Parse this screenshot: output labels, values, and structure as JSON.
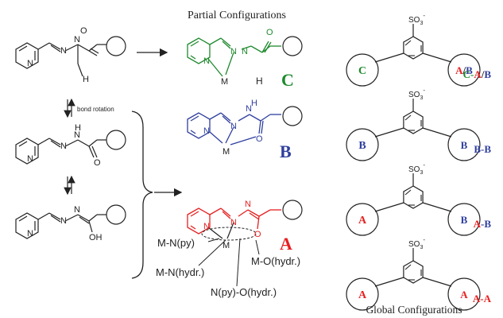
{
  "title_partial": "Partial Configurations",
  "title_global": "Global Configurations",
  "colors": {
    "black": "#222222",
    "green": "#1f8a2e",
    "blue": "#2f3f9e",
    "red": "#e62020"
  },
  "labels": {
    "bond_rotation": "bond rotation",
    "C": "C",
    "B": "B",
    "A": "A",
    "M": "M",
    "N": "N",
    "O": "O",
    "H": "H",
    "OH": "OH",
    "so3": "SO",
    "so3_sub": "3",
    "so3_sup": "-",
    "mn_py": "M-N(py)",
    "mn_hydr": "M-N(hydr.)",
    "npy_ohydr": "N(py)-O(hydr.)",
    "mo_hydr": "M-O(hydr.)"
  },
  "global_rows": [
    {
      "left": "C",
      "left_color": "green",
      "right": "A/B",
      "right_parts": [
        {
          "t": "A",
          "c": "red"
        },
        {
          "t": "/",
          "c": "black"
        },
        {
          "t": "B",
          "c": "blue"
        }
      ],
      "config_parts": [
        {
          "t": "C",
          "c": "green"
        },
        {
          "t": "-",
          "c": "green"
        },
        {
          "t": "A",
          "c": "red"
        },
        {
          "t": "/",
          "c": "black"
        },
        {
          "t": "B",
          "c": "blue"
        }
      ]
    },
    {
      "left": "B",
      "left_color": "blue",
      "right_parts": [
        {
          "t": "B",
          "c": "blue"
        }
      ],
      "config_parts": [
        {
          "t": "B-B",
          "c": "blue"
        }
      ]
    },
    {
      "left": "A",
      "left_color": "red",
      "right_parts": [
        {
          "t": "B",
          "c": "blue"
        }
      ],
      "config_parts": [
        {
          "t": "A",
          "c": "red"
        },
        {
          "t": "-B",
          "c": "blue"
        }
      ]
    },
    {
      "left": "A",
      "left_color": "red",
      "right_parts": [
        {
          "t": "A",
          "c": "red"
        }
      ],
      "config_parts": [
        {
          "t": "A-A",
          "c": "red"
        }
      ]
    }
  ]
}
